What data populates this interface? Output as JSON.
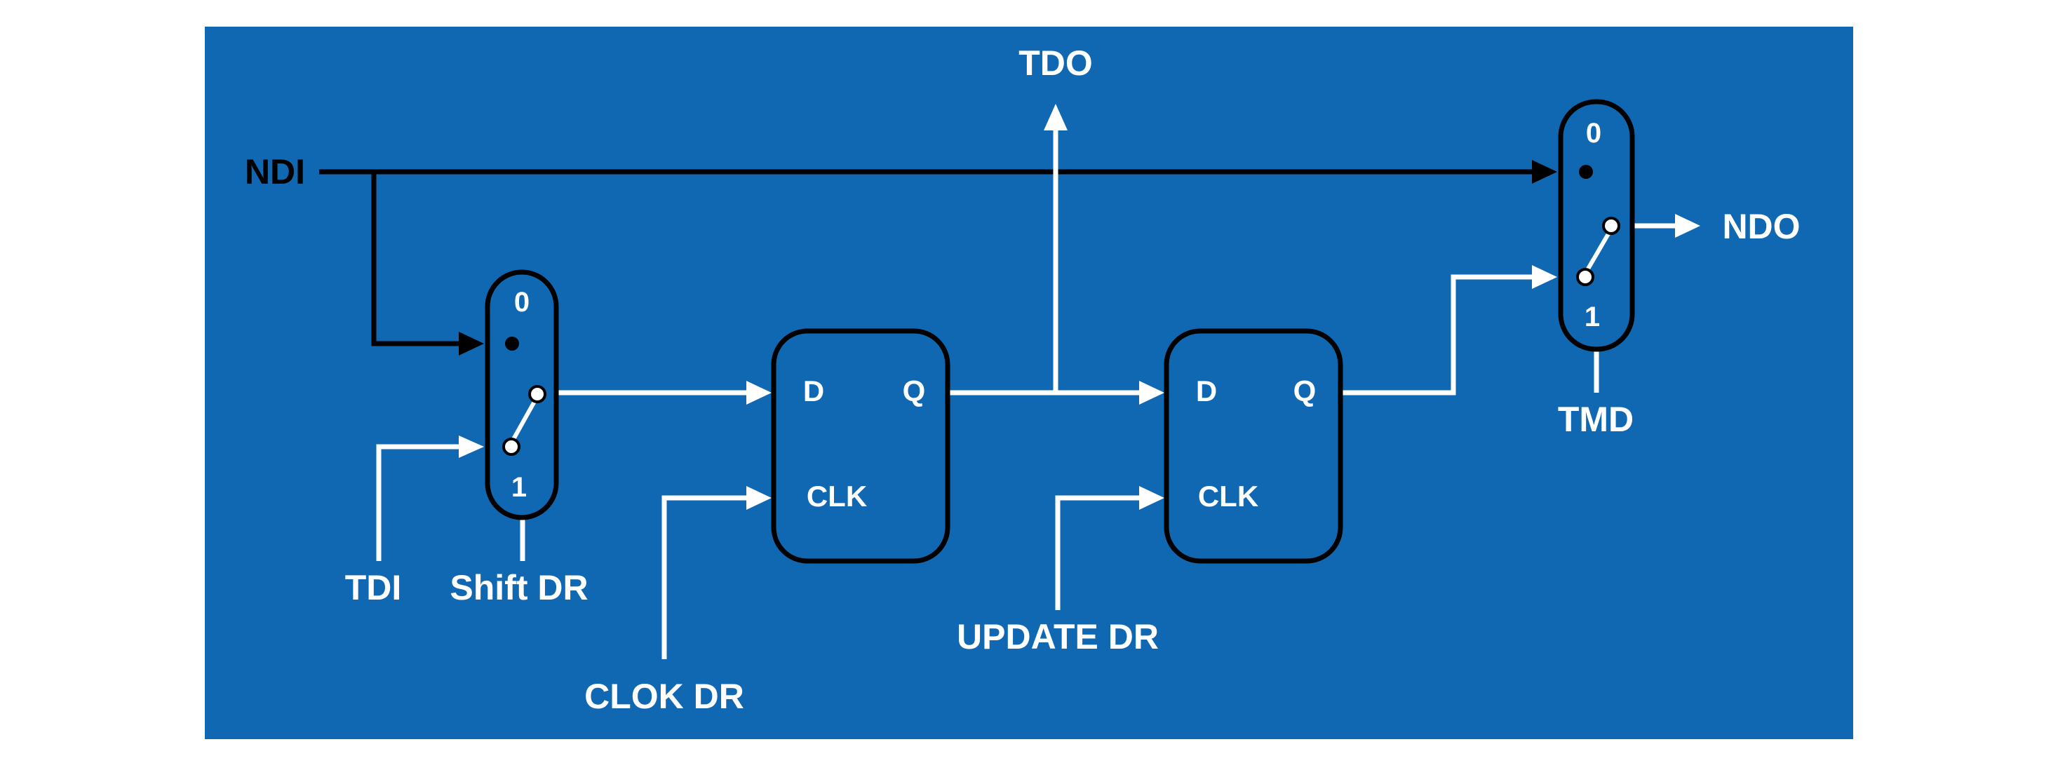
{
  "colors": {
    "background": "#1168B2",
    "page": "#FFFFFF",
    "white_wire": "#FFFFFF",
    "black_wire": "#000000"
  },
  "labels": {
    "ndi": "NDI",
    "tdo": "TDO",
    "ndo": "NDO",
    "tmd": "TMD",
    "tdi": "TDI",
    "shift_dr": "Shift DR",
    "clok_dr": "CLOK DR",
    "update_dr": "UPDATE DR"
  },
  "mux1": {
    "input0": "0",
    "input1": "1"
  },
  "mux2": {
    "input0": "0",
    "input1": "1"
  },
  "flipflop1": {
    "d": "D",
    "q": "Q",
    "clk": "CLK"
  },
  "flipflop2": {
    "d": "D",
    "q": "Q",
    "clk": "CLK"
  }
}
